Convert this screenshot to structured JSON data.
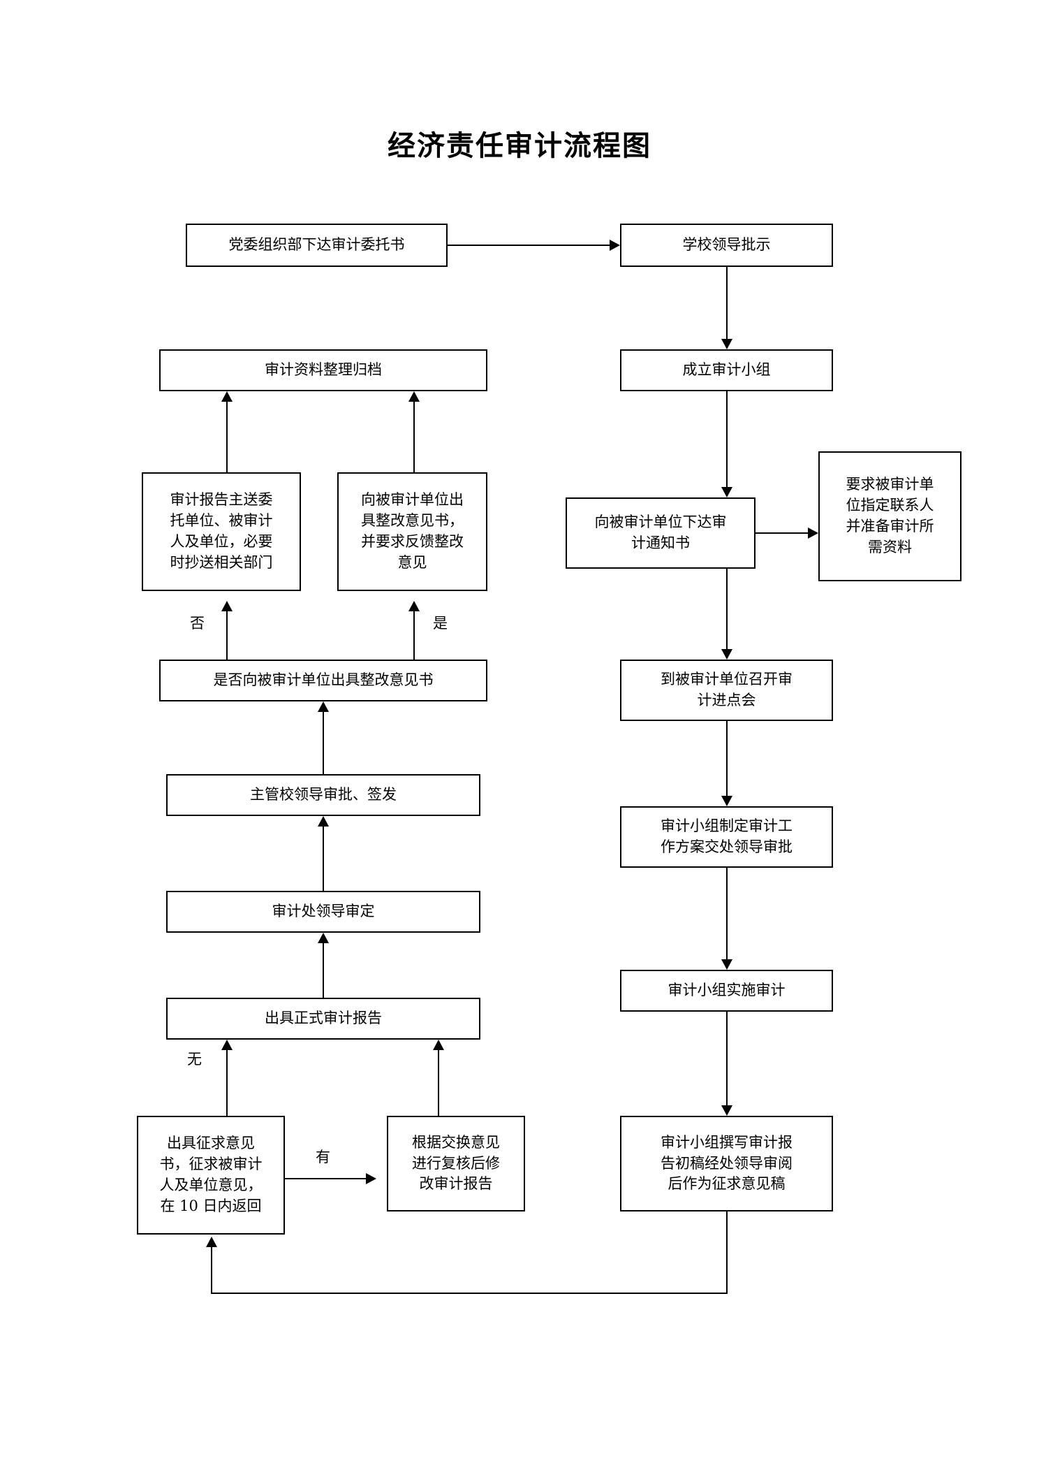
{
  "document": {
    "title": "经济责任审计流程图",
    "page_background": "#ffffff",
    "line_color": "#000000",
    "box_fill": "#ffffff"
  },
  "nodes": {
    "n1": "党委组织部下达审计委托书",
    "n2": "学校领导批示",
    "n3": "成立审计小组",
    "n4": "向被审计单位下达审\n计通知书",
    "n5": "要求被审计单\n位指定联系人\n并准备审计所\n需资料",
    "n6": "到被审计单位召开审\n计进点会",
    "n7": "审计小组制定审计工\n作方案交处领导审批",
    "n8": "审计小组实施审计",
    "n9": "审计小组撰写审计报\n告初稿经处领导审阅\n后作为征求意见稿",
    "n10": "出具征求意见\n书，征求被审计\n人及单位意见，\n在 10 日内返回",
    "n11": "根据交换意见\n进行复核后修\n改审计报告",
    "n12": "出具正式审计报告",
    "n13": "审计处领导审定",
    "n14": "主管校领导审批、签发",
    "n15": "是否向被审计单位出具整改意见书",
    "n16": "审计报告主送委\n托单位、被审计\n人及单位，必要\n时抄送相关部门",
    "n17": "向被审计单位出\n具整改意见书，\n并要求反馈整改\n意见",
    "n18": "审计资料整理归档"
  },
  "edge_labels": {
    "no_label": "否",
    "yes_label": "是",
    "none_label": "无",
    "have_label": "有"
  }
}
